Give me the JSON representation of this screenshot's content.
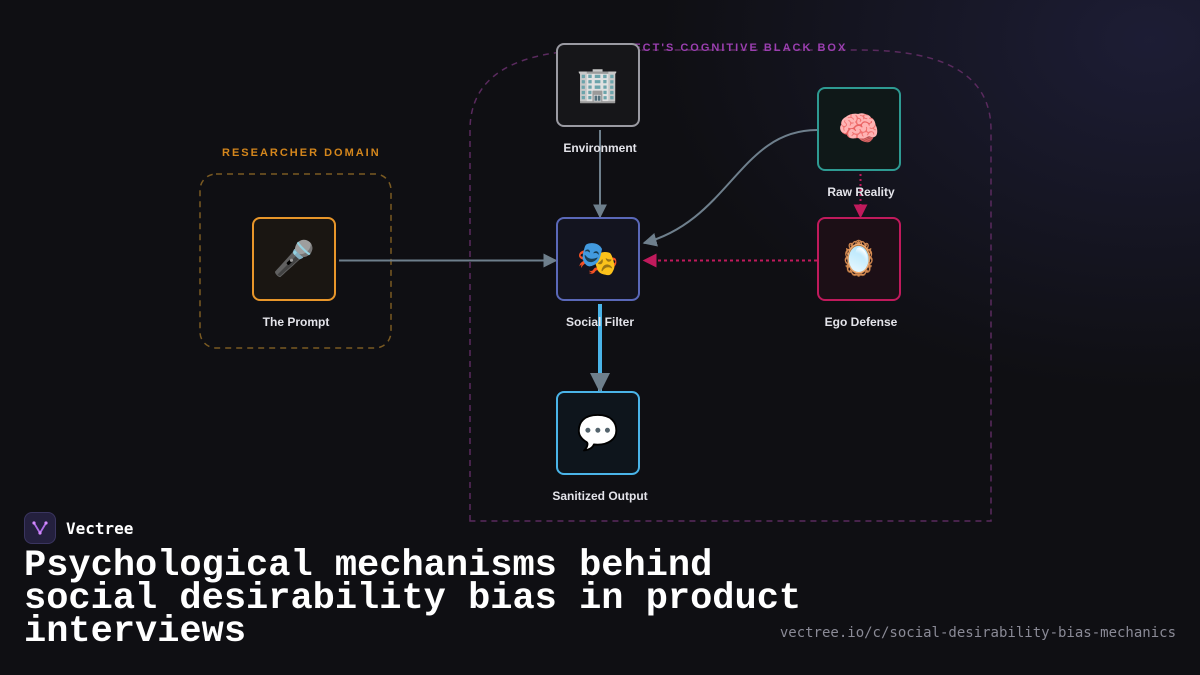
{
  "groups": {
    "researcher": {
      "label": "RESEARCHER DOMAIN",
      "color": "#d4861c"
    },
    "subject": {
      "label": "SUBJECT'S COGNITIVE BLACK BOX",
      "color": "#9b3fb0"
    }
  },
  "nodes": {
    "prompt": {
      "label": "The Prompt",
      "icon": "🎤",
      "icon_name": "microphone-icon",
      "border": "#e8962a",
      "fill": "#1a1612"
    },
    "environment": {
      "label": "Environment",
      "icon": "🏢",
      "icon_name": "office-building-icon",
      "border": "#9a9aa2",
      "fill": "#161619"
    },
    "social": {
      "label": "Social Filter",
      "icon": "🎭",
      "icon_name": "theater-masks-icon",
      "border": "#5a68b8",
      "fill": "#13141f"
    },
    "raw": {
      "label": "Raw Reality",
      "icon": "🧠",
      "icon_name": "brain-icon",
      "border": "#2e9a92",
      "fill": "#0f1818"
    },
    "ego": {
      "label": "Ego Defense",
      "icon": "🪞",
      "icon_name": "mirror-icon",
      "border": "#c01a5c",
      "fill": "#1c0f16"
    },
    "output": {
      "label": "Sanitized Output",
      "icon": "💬",
      "icon_name": "speech-bubble-icon",
      "border": "#4ab4e8",
      "fill": "#0e151c"
    }
  },
  "colors": {
    "edge": "#6e7f8c",
    "edge_strong": "#4ab4e8",
    "edge_dotted": "#c01a5c"
  },
  "footer": {
    "brand": "Vectree",
    "logo_icon": "vectree-logo-icon",
    "title": "Psychological mechanisms behind social desirability bias in product interviews",
    "url": "vectree.io/c/social-desirability-bias-mechanics"
  }
}
